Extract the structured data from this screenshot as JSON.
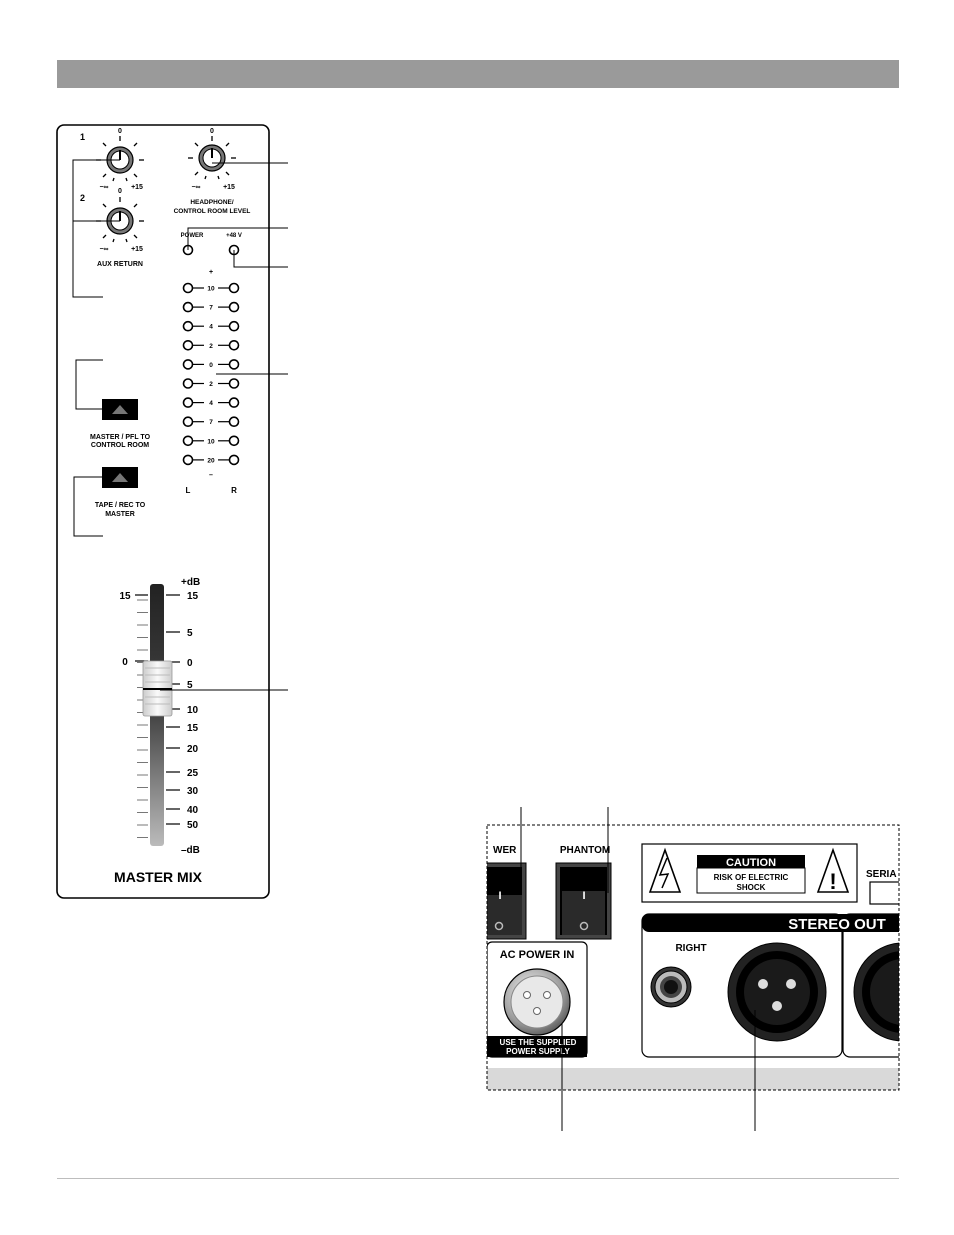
{
  "master_mix": {
    "title": "MASTER MIX",
    "aux_return": {
      "label": "AUX RETURN",
      "knob1_number": "1",
      "knob2_number": "2",
      "scale_top": "0",
      "scale_min": "−∞",
      "scale_max": "+15"
    },
    "headphone": {
      "label_line1": "HEADPHONE/",
      "label_line2": "CONTROL ROOM LEVEL",
      "scale_top": "0",
      "scale_min": "−∞",
      "scale_max": "+15"
    },
    "power_led": "POWER",
    "phantom_led": "+48 V",
    "meter": {
      "plus": "+",
      "minus": "–",
      "levels": [
        "10",
        "7",
        "4",
        "2",
        "0",
        "2",
        "4",
        "7",
        "10",
        "20"
      ],
      "left": "L",
      "right": "R"
    },
    "master_pfl_button": {
      "line1": "MASTER / PFL TO",
      "line2": "CONTROL ROOM"
    },
    "tape_rec_button": {
      "line1": "TAPE / REC TO",
      "line2": "MASTER"
    },
    "fader": {
      "unit_top": "+dB",
      "unit_bottom": "–dB",
      "left_marks": [
        "15",
        "0"
      ],
      "scale": [
        "15",
        "5",
        "0",
        "5",
        "10",
        "15",
        "20",
        "25",
        "30",
        "40",
        "50"
      ]
    }
  },
  "rear_panel": {
    "power_switch": "WER",
    "phantom_switch": "PHANTOM",
    "switch_on_glyph": "I",
    "caution": {
      "title": "CAUTION",
      "line1": "RISK OF ELECTRIC",
      "line2": "SHOCK"
    },
    "serial_label": "SERIA",
    "stereo_out": "STEREO OUT",
    "right_label": "RIGHT",
    "ac_power_in": "AC POWER IN",
    "supply_note_line1": "USE THE SUPPLIED",
    "supply_note_line2": "POWER SUPPLY"
  }
}
